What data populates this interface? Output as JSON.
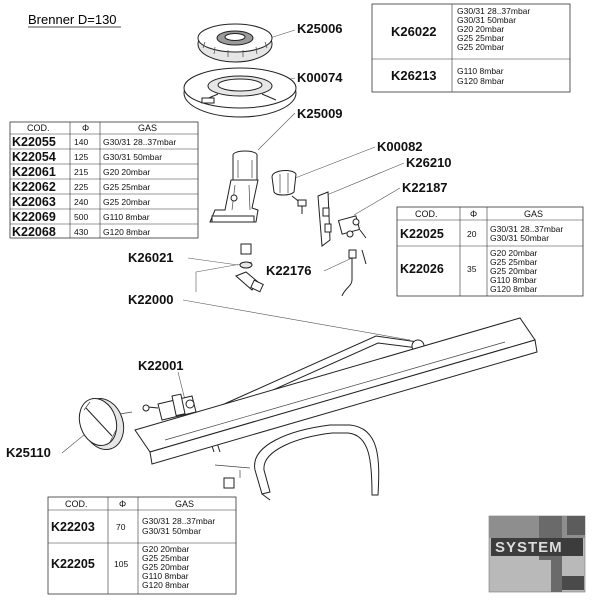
{
  "title": "Brenner D=130",
  "parts": {
    "p25006": "K25006",
    "p00074": "K00074",
    "p25009": "K25009",
    "p00082": "K00082",
    "p26210": "K26210",
    "p22187": "K22187",
    "p26021": "K26021",
    "p22176": "K22176",
    "p22000": "K22000",
    "p22001": "K22001",
    "p25110": "K25110"
  },
  "top_box": {
    "rows": [
      {
        "code": "K26022",
        "gas": [
          "G30/31 28..37mbar",
          "G30/31 50mbar",
          "G20 20mbar",
          "G25 25mbar",
          "G25 20mbar"
        ]
      },
      {
        "code": "K26213",
        "gas": [
          "G110 8mbar",
          "G120 8mbar"
        ]
      }
    ]
  },
  "left_table": {
    "headers": [
      "COD.",
      "Φ",
      "GAS"
    ],
    "rows": [
      {
        "code": "K22055",
        "phi": "140",
        "gas": "G30/31 28..37mbar"
      },
      {
        "code": "K22054",
        "phi": "125",
        "gas": "G30/31 50mbar"
      },
      {
        "code": "K22061",
        "phi": "215",
        "gas": "G20 20mbar"
      },
      {
        "code": "K22062",
        "phi": "225",
        "gas": "G25 25mbar"
      },
      {
        "code": "K22063",
        "phi": "240",
        "gas": "G25 20mbar"
      },
      {
        "code": "K22069",
        "phi": "500",
        "gas": "G110 8mbar"
      },
      {
        "code": "K22068",
        "phi": "430",
        "gas": "G120 8mbar"
      }
    ]
  },
  "right_table": {
    "headers": [
      "COD.",
      "Φ",
      "GAS"
    ],
    "rows": [
      {
        "code": "K22025",
        "phi": "20",
        "gas": [
          "G30/31 28..37mbar",
          "G30/31 50mbar"
        ]
      },
      {
        "code": "K22026",
        "phi": "35",
        "gas": [
          "G20 20mbar",
          "G25 25mbar",
          "G25 20mbar",
          "G110 8mbar",
          "G120 8mbar"
        ]
      }
    ]
  },
  "bottom_table": {
    "headers": [
      "COD.",
      "Φ",
      "GAS"
    ],
    "rows": [
      {
        "code": "K22203",
        "phi": "70",
        "gas": [
          "G30/31 28..37mbar",
          "G30/31 50mbar"
        ]
      },
      {
        "code": "K22205",
        "phi": "105",
        "gas": [
          "G20 20mbar",
          "G25 25mbar",
          "G25 20mbar",
          "G110 8mbar",
          "G120 8mbar"
        ]
      }
    ]
  },
  "logo": {
    "text": "SYSTEM"
  }
}
